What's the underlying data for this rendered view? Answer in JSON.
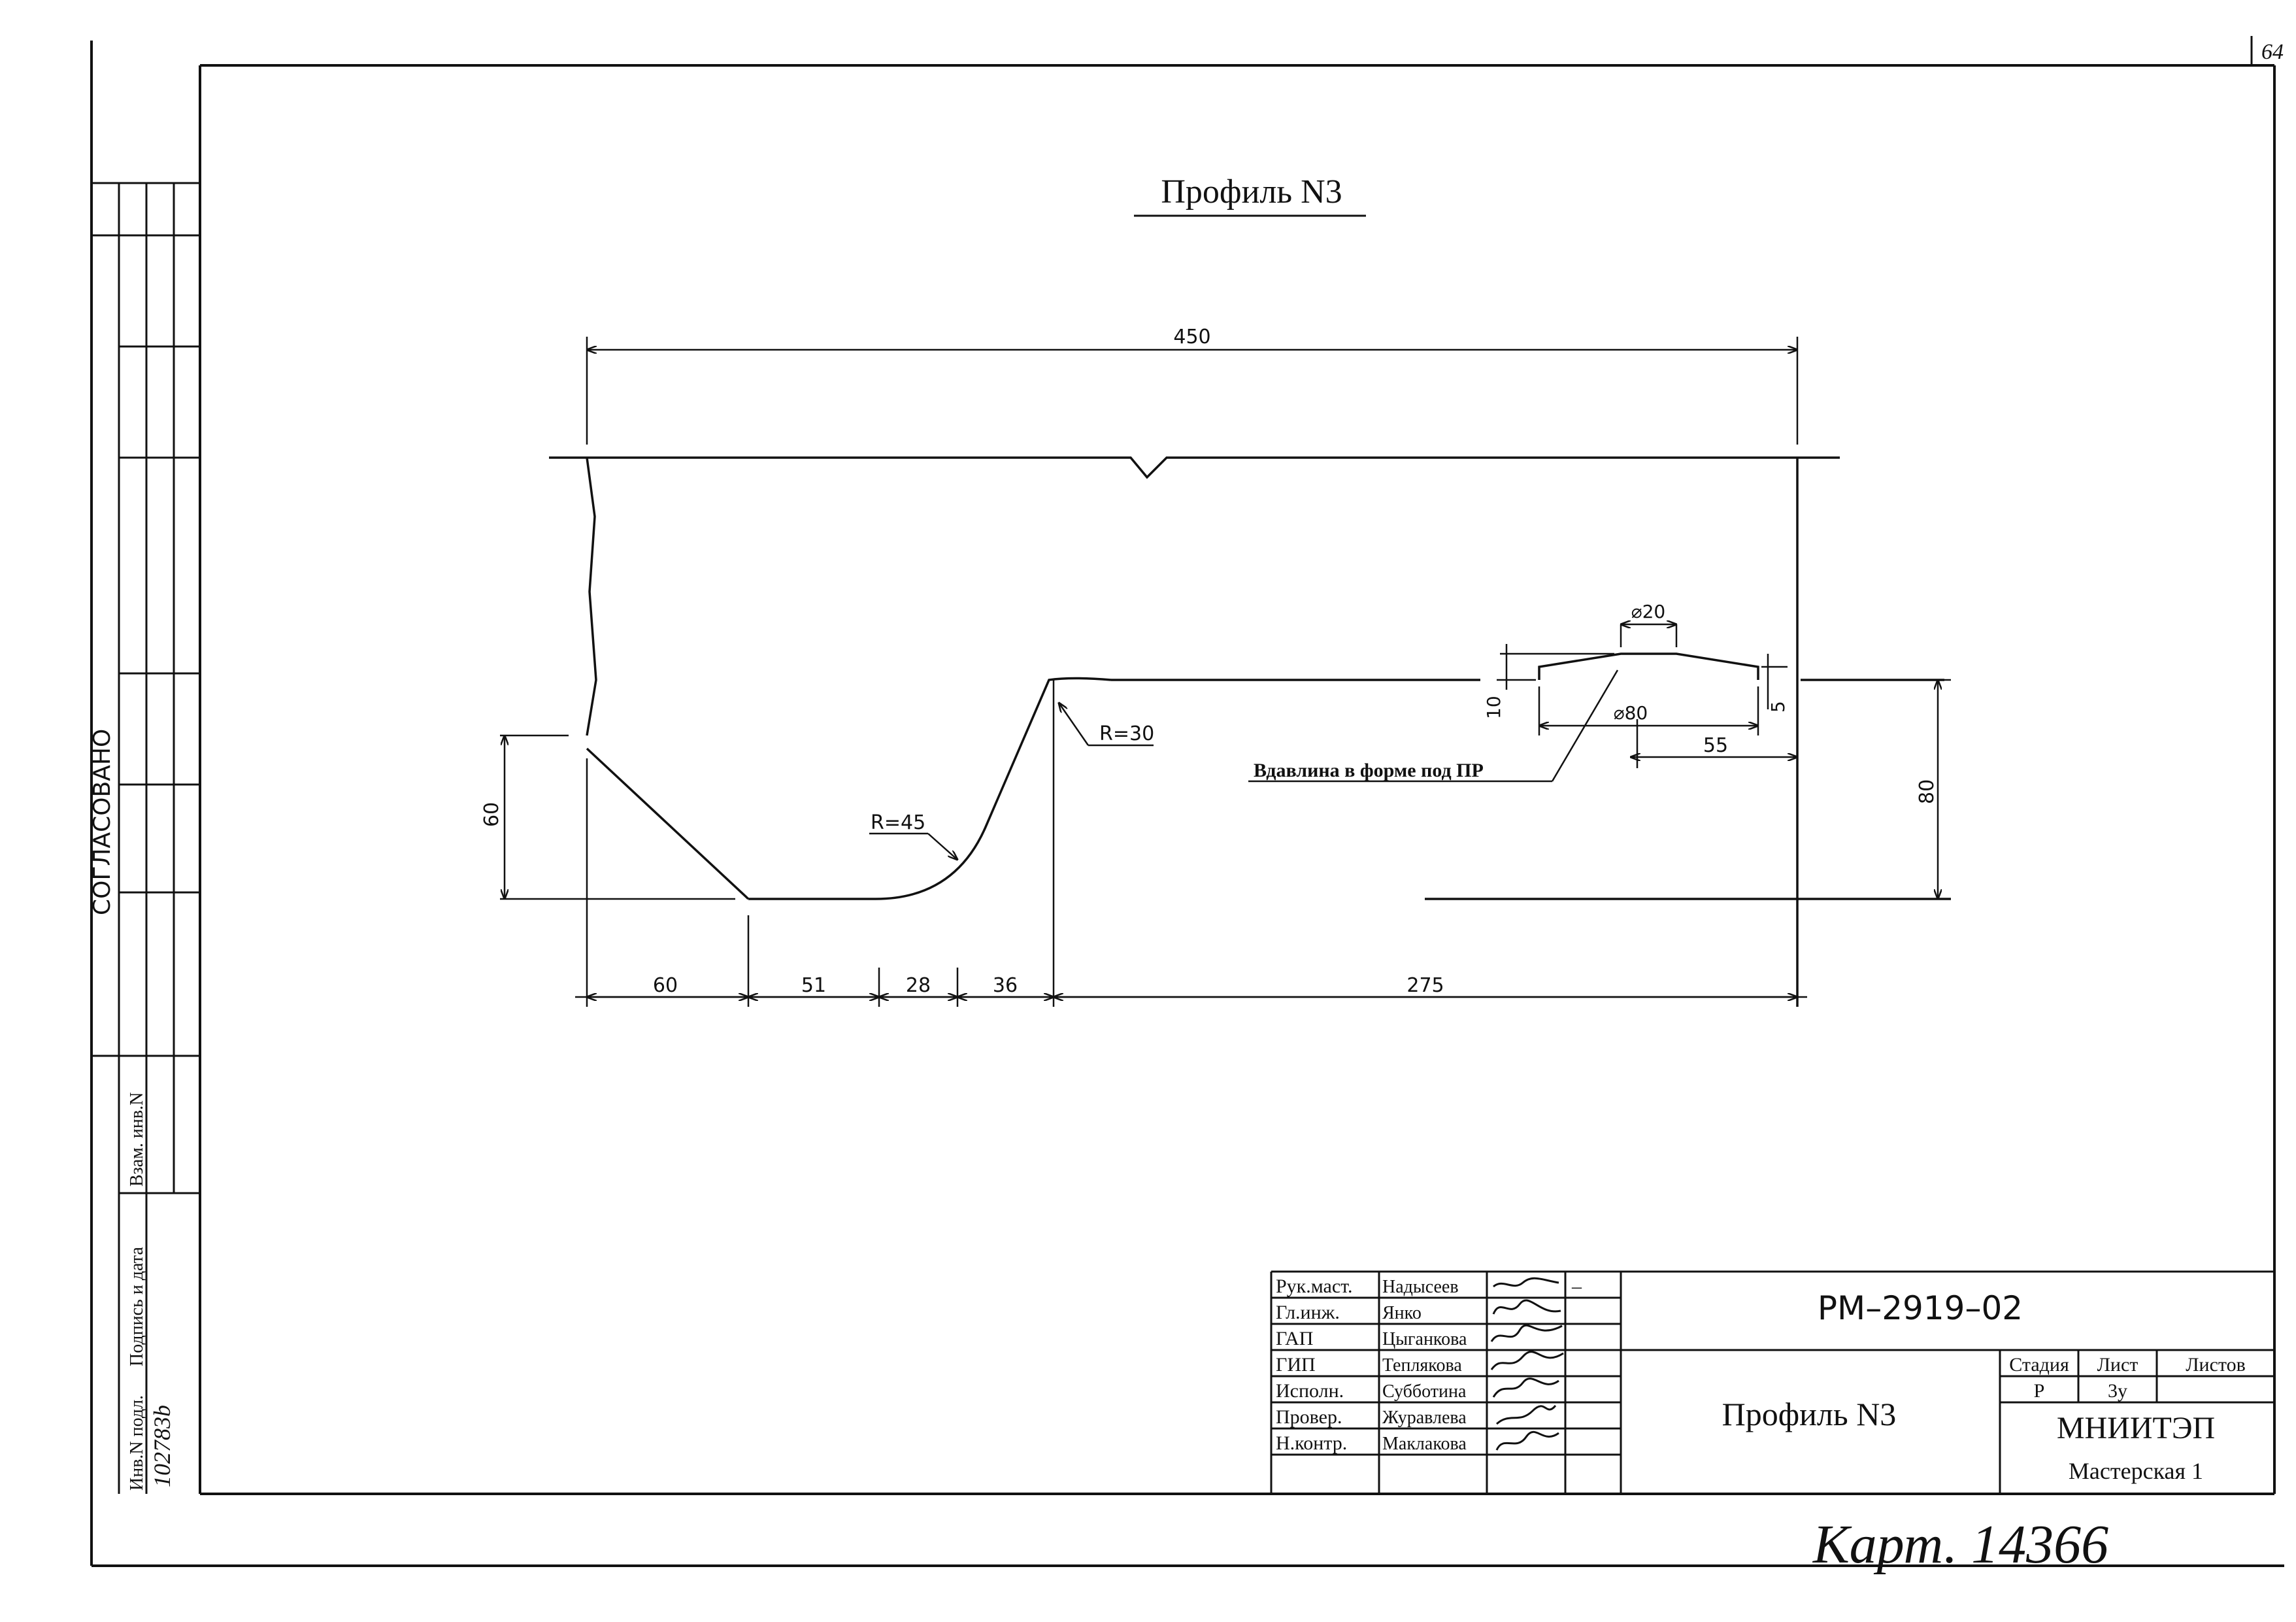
{
  "sheet_number": "64",
  "title": "Профиль N3",
  "drawing": {
    "dim_overall": "450",
    "dim_height_60": "60",
    "dim_height_80": "80",
    "radius_45": "R=45",
    "radius_30": "R=30",
    "dim_d20": "⌀20",
    "dim_d80": "⌀80",
    "dim_10": "10",
    "dim_5": "5",
    "dim_55": "55",
    "note": "Вдавлина в форме под ПР",
    "bottom_dims": [
      "60",
      "51",
      "28",
      "36",
      "275"
    ]
  },
  "side_stamp": {
    "agreed": "СОГЛАСОВАНО",
    "col_inv": "Инв.N подл.",
    "col_sign": "Подпись и дата",
    "col_replace": "Взам. инв.N",
    "inv_number": "102783b"
  },
  "title_block": {
    "roles": [
      {
        "role": "Рук.маст.",
        "name": "Надысеев"
      },
      {
        "role": "Гл.инж.",
        "name": "Янко"
      },
      {
        "role": "ГАП",
        "name": "Цыганкова"
      },
      {
        "role": "ГИП",
        "name": "Теплякова"
      },
      {
        "role": "Исполн.",
        "name": "Субботина"
      },
      {
        "role": "Провер.",
        "name": "Журавлева"
      },
      {
        "role": "Н.контр.",
        "name": "Маклакова"
      }
    ],
    "dash": "–",
    "doc_code": "РМ–2919–02",
    "sheet_title": "Профиль N3",
    "stage_label": "Стадия",
    "sheet_label": "Лист",
    "sheets_label": "Листов",
    "stage_value": "Р",
    "sheet_value": "3у",
    "org": "МНИИТЭП",
    "workshop": "Мастерская 1"
  },
  "handwritten_note": "Карт. 14366"
}
